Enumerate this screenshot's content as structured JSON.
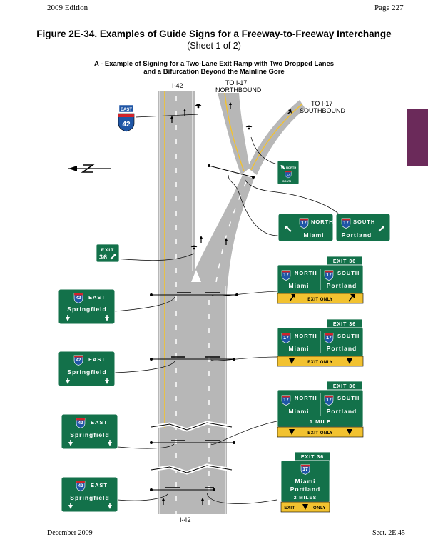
{
  "header": {
    "edition": "2009 Edition",
    "page": "Page 227"
  },
  "footer": {
    "date": "December 2009",
    "section": "Sect. 2E.45"
  },
  "figure": {
    "title": "Figure 2E-34.  Examples of Guide Signs for a Freeway-to-Freeway Interchange",
    "sheet": "(Sheet 1 of 2)",
    "subtitle_line1": "A - Example of Signing for a Two-Lane Exit Ramp with Two Dropped Lanes",
    "subtitle_line2": "and a Bifurcation Beyond the Mainline Gore"
  },
  "labels": {
    "i42_top": "I-42",
    "i42_bottom": "I-42",
    "nb_line1": "TO I-17",
    "nb_line2": "NORTHBOUND",
    "sb_line1": "TO I-17",
    "sb_line2": "SOUTHBOUND"
  },
  "shield_east": {
    "cardinal": "EAST",
    "number": "42"
  },
  "exit_gore": {
    "exit_label": "EXIT",
    "exit_number": "36"
  },
  "gore_small": {
    "north": "NORTH",
    "south": "SOUTH",
    "number": "17"
  },
  "split_sign": {
    "north": "NORTH",
    "south": "SOUTH",
    "number": "17",
    "left_city": "Miami",
    "right_city": "Portland"
  },
  "overhead_1": {
    "exit_tab": "EXIT  36",
    "north": "NORTH",
    "south": "SOUTH",
    "left_city": "Miami",
    "right_city": "Portland",
    "bar": "EXIT  ONLY"
  },
  "overhead_2": {
    "exit_tab": "EXIT  36",
    "north": "NORTH",
    "south": "SOUTH",
    "left_city": "Miami",
    "right_city": "Portland",
    "bar": "EXIT  ONLY"
  },
  "overhead_3": {
    "exit_tab": "EXIT  36",
    "north": "NORTH",
    "south": "SOUTH",
    "left_city": "Miami",
    "right_city": "Portland",
    "distance": "1 MILE",
    "bar": "EXIT  ONLY"
  },
  "overhead_4": {
    "exit_tab": "EXIT  36",
    "number": "17",
    "city1": "Miami",
    "city2": "Portland",
    "distance": "2 MILES",
    "bar_left": "EXIT",
    "bar_right": "ONLY"
  },
  "springfield_sign": {
    "number": "42",
    "direction": "EAST",
    "city": "Springfield"
  },
  "colors": {
    "green": "#13714a",
    "yellow": "#f2c230",
    "road": "#b7b7b7",
    "shield_blue": "#1f56a6",
    "shield_red": "#d2232a",
    "tab": "#6b2a5a"
  }
}
